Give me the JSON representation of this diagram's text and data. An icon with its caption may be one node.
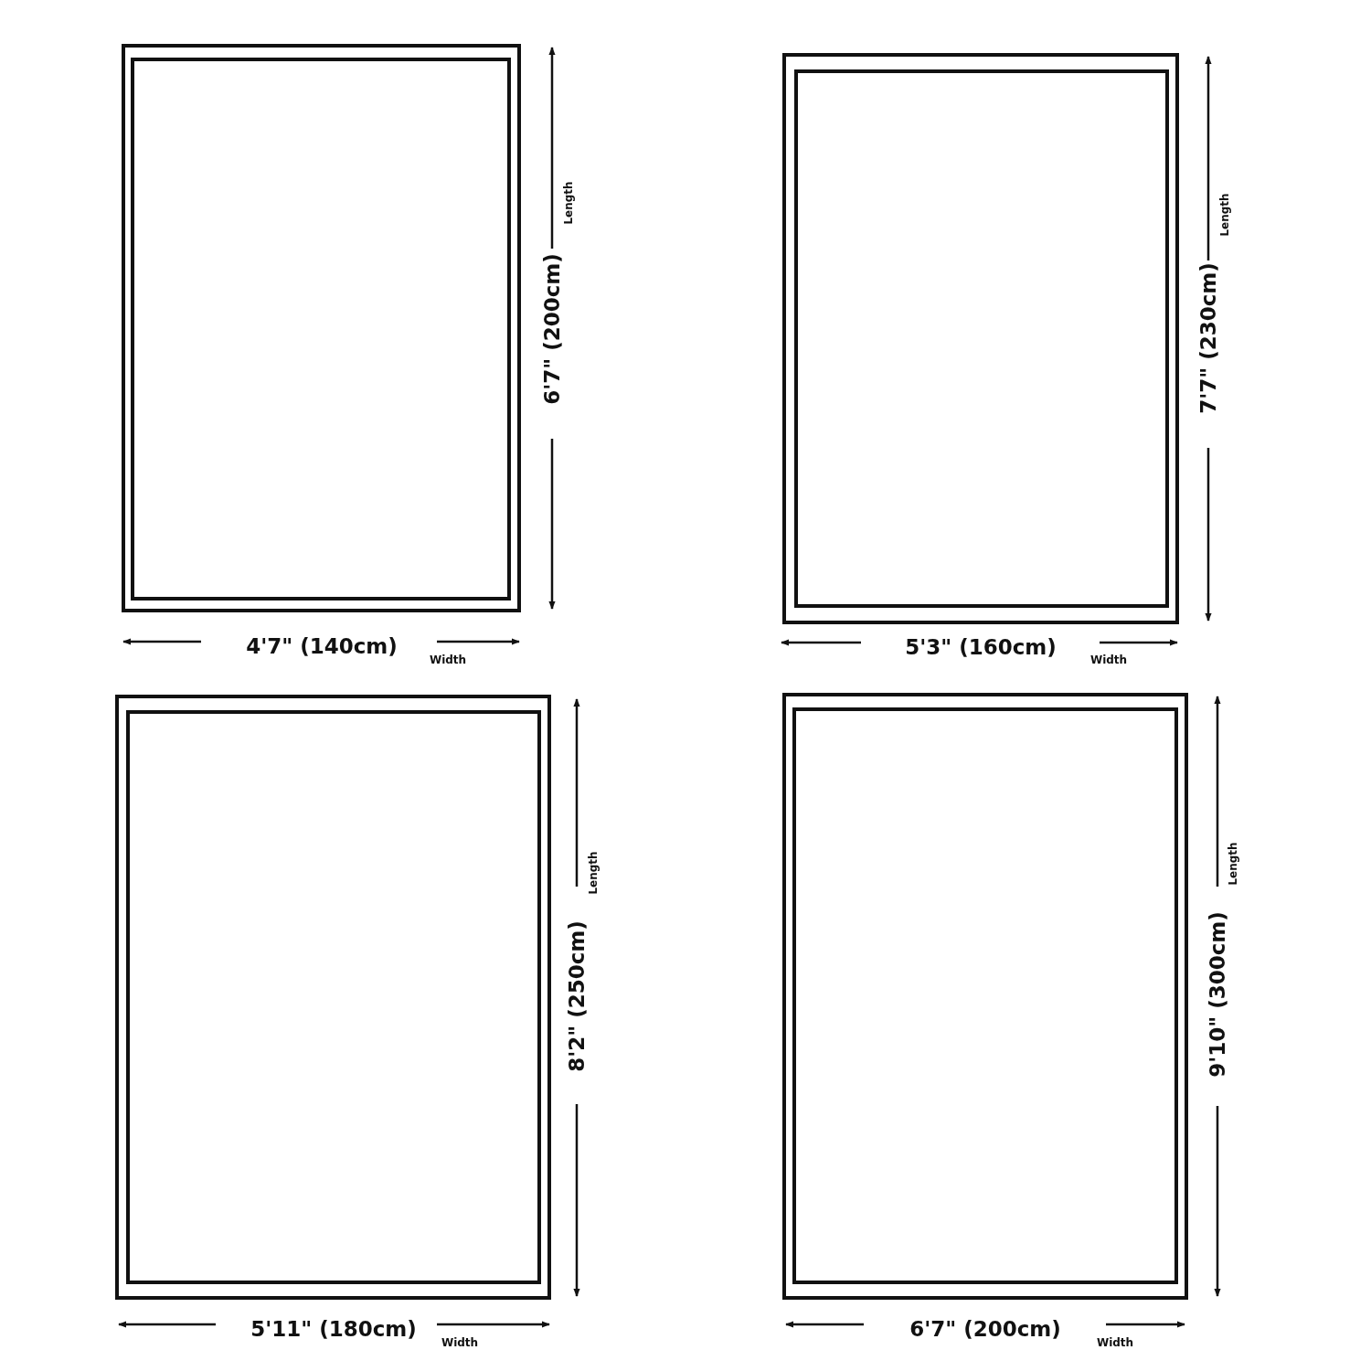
{
  "diagram": {
    "labels": [
      "Length",
      "6'7\" (200cm)",
      "4'7\" (140cm)",
      "Width",
      "Length",
      "7'7\" (230cm)",
      "5'3\" (160cm)",
      "Width",
      "Length",
      "8'2\" (250cm)",
      "5'11\" (180cm)",
      "Width",
      "Length",
      "9'10\" (300cm)",
      "6'7\" (200cm)",
      "Width"
    ]
  }
}
